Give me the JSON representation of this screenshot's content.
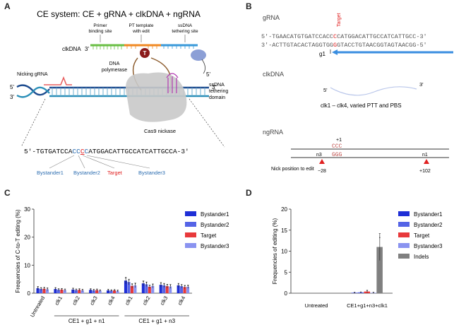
{
  "panels": {
    "a": "A",
    "b": "B",
    "c": "C",
    "d": "D"
  },
  "panel_a": {
    "title": "CE system: CE + gRNA + clkDNA + ngRNA",
    "labels": {
      "primer_binding_site": [
        "Primer",
        "binding site"
      ],
      "pt_template": [
        "PT template",
        "with edit"
      ],
      "ssdna_tethering_site": [
        "ssDNA",
        "tethering site"
      ],
      "clkdna": "clkDNA",
      "three_prime": "3'",
      "five_prime": "5'",
      "dna_polymerase": [
        "DNA",
        "polymerase"
      ],
      "ssdna_tethering_domain": [
        "ssDNA",
        "tethering",
        "domain"
      ],
      "nicking_grna": "Nicking gRNA",
      "cas9_nickase": "Cas9 nickase",
      "t_marker": "T"
    },
    "sequence": {
      "prefix": "5'-TGTGATCCA",
      "c1": "C",
      "c2": "C",
      "c3": "C",
      "c4": "C",
      "suffix": "ATGGACATTGCCATCATTGCCA-3'"
    },
    "site_labels": [
      "Bystander1",
      "Bystander2",
      "Target",
      "Bystander3"
    ],
    "colors": {
      "bystander": "#2b6cb0",
      "target": "#e02020",
      "strand": "#2a8fb8",
      "green": "#6abf45",
      "orange": "#f08a24",
      "clk_blue": "#3a9ad9"
    }
  },
  "panel_b": {
    "grna_title": "gRNA",
    "target_label": "Target",
    "top_strand": {
      "prefix": "5'-TGAACATGTGATCCACC",
      "hl": "C",
      "suffix": "CATGGACATTGCCATCATTGCC-3'"
    },
    "bottom_strand": {
      "prefix": "3'-ACTTGTACACTAGGTGG",
      "hl": "G",
      "suffix": "GTACCTGTAACGGTAGTAACGG-5'"
    },
    "g1_label": "g1",
    "clkdna_title": "clkDNA",
    "clk_five": "5'",
    "clk_three": "3'",
    "clk_desc": "clk1 – clk4, varied PTT and PBS",
    "ngrna_title": "ngRNA",
    "plus_one": "+1",
    "ccc": "CCC",
    "ggg": "GGG",
    "n3": "n3",
    "n1": "n1",
    "nick_label": "Nick position to edit",
    "minus28": "−28",
    "plus102": "+102"
  },
  "chart_data": [
    {
      "type": "bar",
      "panel": "C",
      "ylabel": "Frequencies of C-to-T editing (%)",
      "ylim": [
        0,
        30
      ],
      "yticks": [
        0,
        10,
        20,
        30
      ],
      "categories": [
        "Untreated",
        "clk1",
        "clk2",
        "clk3",
        "clk4",
        "clk1",
        "clk2",
        "clk3",
        "clk4"
      ],
      "groups": [
        {
          "label": "CE1 + g1 + n1",
          "from": 1,
          "to": 4
        },
        {
          "label": "CE1 + g1 + n3",
          "from": 5,
          "to": 8
        }
      ],
      "series": [
        {
          "name": "Bystander1",
          "color": "#1f2fd6",
          "values": [
            1.8,
            1.5,
            1.3,
            1.2,
            1.0,
            4.5,
            3.5,
            3.0,
            2.8
          ],
          "err": [
            0.6,
            0.5,
            0.5,
            0.4,
            0.4,
            1.2,
            0.9,
            0.8,
            0.7
          ]
        },
        {
          "name": "Bystander2",
          "color": "#5564e6",
          "values": [
            1.5,
            1.2,
            1.1,
            1.0,
            0.9,
            4.0,
            3.2,
            2.8,
            2.5
          ],
          "err": [
            0.5,
            0.4,
            0.4,
            0.4,
            0.3,
            1.0,
            0.8,
            0.7,
            0.6
          ]
        },
        {
          "name": "Target",
          "color": "#e8393b",
          "values": [
            1.6,
            1.3,
            1.2,
            1.1,
            1.0,
            2.6,
            2.3,
            2.5,
            2.2
          ],
          "err": [
            0.5,
            0.4,
            0.4,
            0.4,
            0.3,
            0.8,
            0.6,
            0.7,
            0.6
          ]
        },
        {
          "name": "Bystander3",
          "color": "#8a93f0",
          "values": [
            1.4,
            1.1,
            1.0,
            0.9,
            0.8,
            2.8,
            2.6,
            2.4,
            2.3
          ],
          "err": [
            0.5,
            0.4,
            0.4,
            0.3,
            0.3,
            0.8,
            0.7,
            0.7,
            0.6
          ]
        }
      ],
      "legend": "top-right"
    },
    {
      "type": "bar",
      "panel": "D",
      "ylabel": "Frequencies of editing (%)",
      "ylim": [
        0,
        20
      ],
      "yticks": [
        0,
        5,
        10,
        15,
        20
      ],
      "categories": [
        "Untreated",
        "CE1+g1+n3+clk1"
      ],
      "series": [
        {
          "name": "Bystander1",
          "color": "#1f2fd6",
          "values": [
            0,
            0.1
          ],
          "err": [
            0,
            0.1
          ]
        },
        {
          "name": "Bystander2",
          "color": "#5564e6",
          "values": [
            0,
            0.2
          ],
          "err": [
            0,
            0.1
          ]
        },
        {
          "name": "Target",
          "color": "#e8393b",
          "values": [
            0,
            0.4
          ],
          "err": [
            0,
            0.3
          ]
        },
        {
          "name": "Bystander3",
          "color": "#8a93f0",
          "values": [
            0,
            0.1
          ],
          "err": [
            0,
            0.1
          ]
        },
        {
          "name": "Indels",
          "color": "#808080",
          "values": [
            0,
            11.0
          ],
          "err": [
            0,
            3.2
          ]
        }
      ],
      "legend": "top-right"
    }
  ]
}
